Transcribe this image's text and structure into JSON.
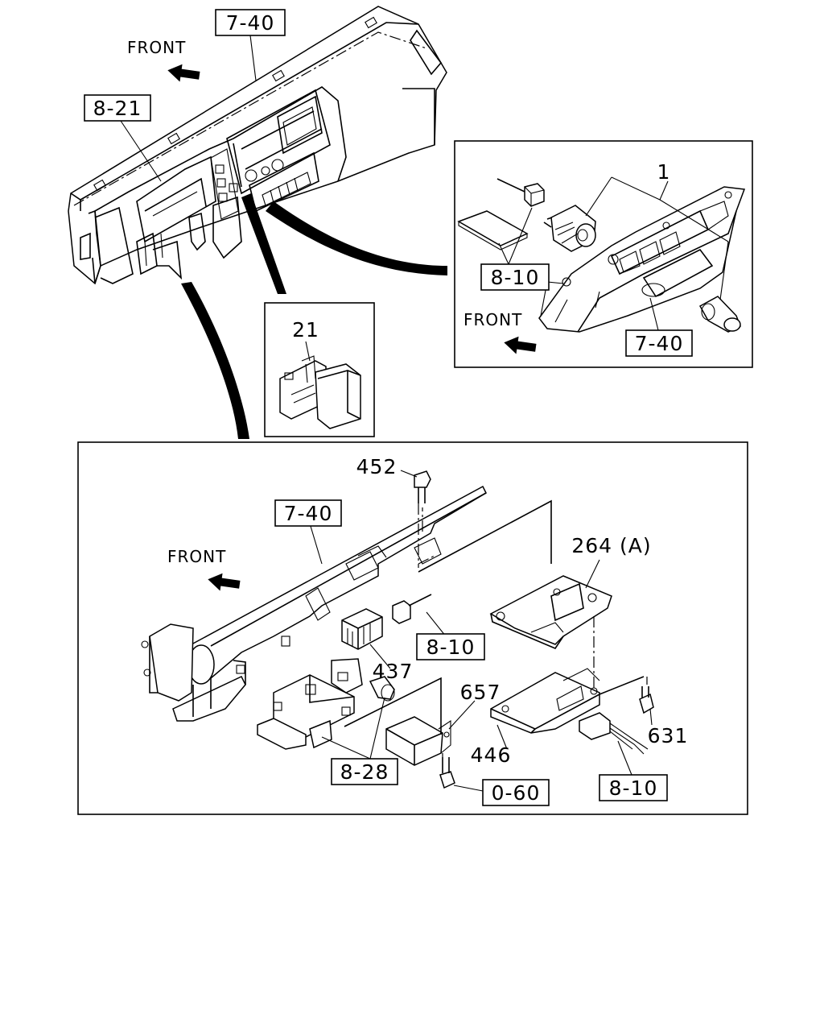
{
  "callouts": {
    "top_7_40": "7-40",
    "top_8_21": "8-21",
    "top_front": "FRONT",
    "inset1_1": "1",
    "inset1_8_10": "8-10",
    "inset1_front": "FRONT",
    "inset1_7_40": "7-40",
    "inset2_21": "21",
    "main_452": "452",
    "main_7_40": "7-40",
    "main_front": "FRONT",
    "main_264a": "264 (A)",
    "main_8_10a": "8-10",
    "main_437": "437",
    "main_657": "657",
    "main_8_28": "8-28",
    "main_446": "446",
    "main_631": "631",
    "main_0_60": "0-60",
    "main_8_10b": "8-10"
  }
}
